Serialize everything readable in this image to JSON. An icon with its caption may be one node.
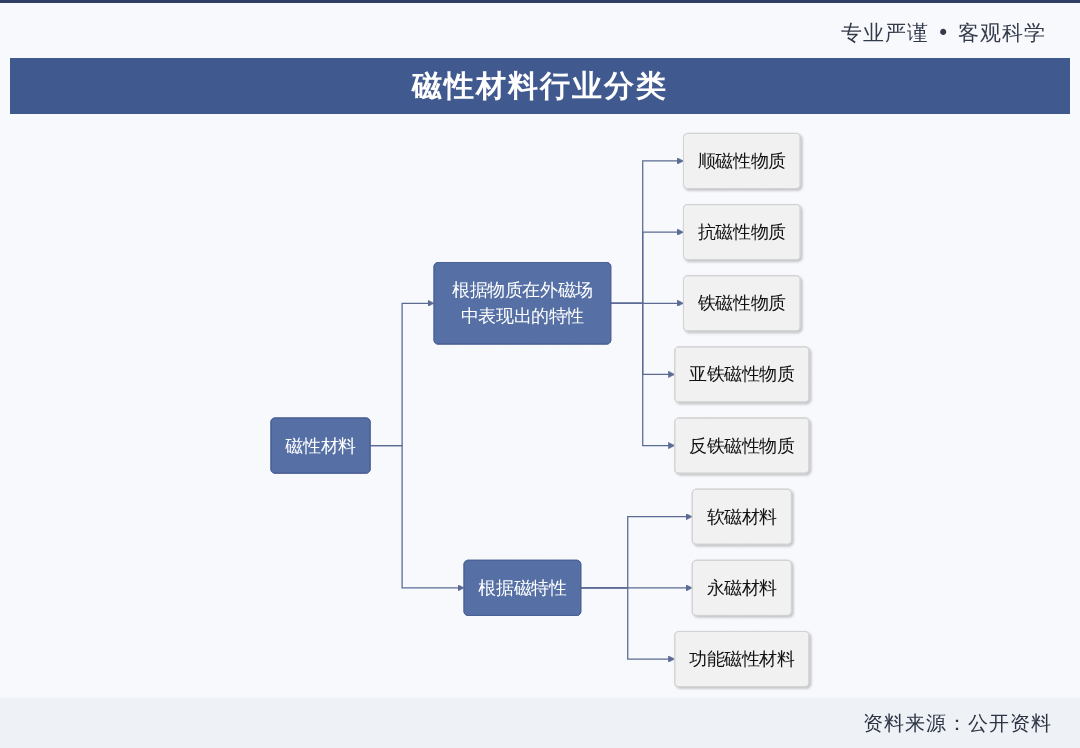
{
  "diagram": {
    "title": "磁性材料行业分类",
    "nodes": [
      {
        "text": [
          "磁性材料"
        ]
      },
      {
        "text": [
          "根据物质在外磁场中表现出的特性"
        ]
      },
      {
        "text": [
          "顺磁性物质"
        ]
      },
      {
        "text": [
          "抗磁性物质"
        ]
      },
      {
        "text": [
          "铁磁性物质"
        ]
      },
      {
        "text": [
          "亚铁磁性物质"
        ]
      },
      {
        "text": [
          "反铁磁性物质"
        ]
      },
      {
        "text": [
          "根据磁特性"
        ]
      },
      {
        "text": [
          "软磁材料"
        ]
      },
      {
        "text": [
          "永磁材料"
        ]
      },
      {
        "text": [
          "功能磁性材料"
        ]
      }
    ],
    "edges": [
      {
        "from": 0,
        "to": 1,
        "arrow": "to"
      },
      {
        "from": 0,
        "to": 7,
        "arrow": "to"
      },
      {
        "from": 1,
        "to": 2,
        "arrow": "to"
      },
      {
        "from": 1,
        "to": 3,
        "arrow": "to"
      },
      {
        "from": 1,
        "to": 4,
        "arrow": "to"
      },
      {
        "from": 1,
        "to": 5,
        "arrow": "to"
      },
      {
        "from": 1,
        "to": 6,
        "arrow": "to"
      },
      {
        "from": 7,
        "to": 8,
        "arrow": "to"
      },
      {
        "from": 7,
        "to": 9,
        "arrow": "to"
      },
      {
        "from": 7,
        "to": 10,
        "arrow": "to"
      }
    ],
    "labels": [
      "专业严谨 • 客观科学",
      "资料来源：公开资料"
    ]
  }
}
